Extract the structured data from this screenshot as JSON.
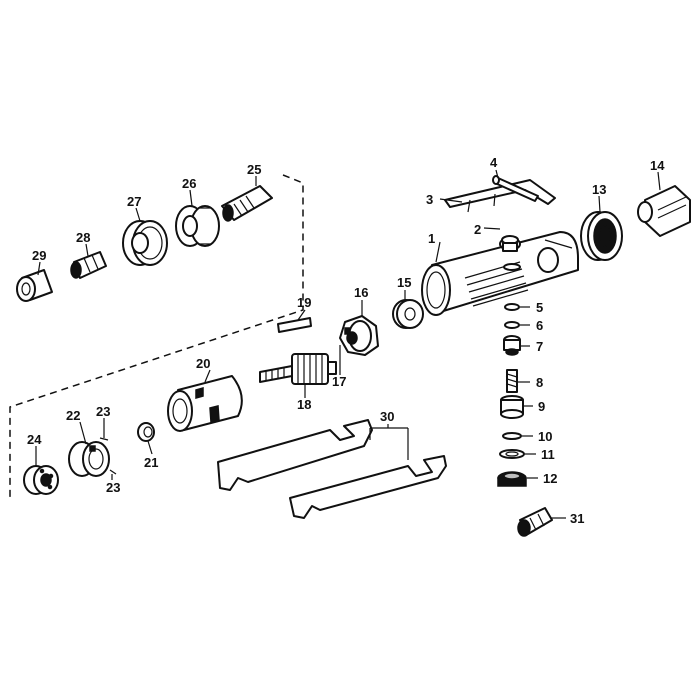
{
  "labels": {
    "p1": "1",
    "p2": "2",
    "p3": "3",
    "p4": "4",
    "p5": "5",
    "p6": "6",
    "p7": "7",
    "p8": "8",
    "p9": "9",
    "p10": "10",
    "p11": "11",
    "p12": "12",
    "p13": "13",
    "p14": "14",
    "p15": "15",
    "p16": "16",
    "p17": "17",
    "p18": "18",
    "p19": "19",
    "p20": "20",
    "p21": "21",
    "p22": "22",
    "p23a": "23",
    "p23b": "23",
    "p24": "24",
    "p25": "25",
    "p26": "26",
    "p27": "27",
    "p28": "28",
    "p29": "29",
    "p30": "30",
    "p31": "31"
  }
}
